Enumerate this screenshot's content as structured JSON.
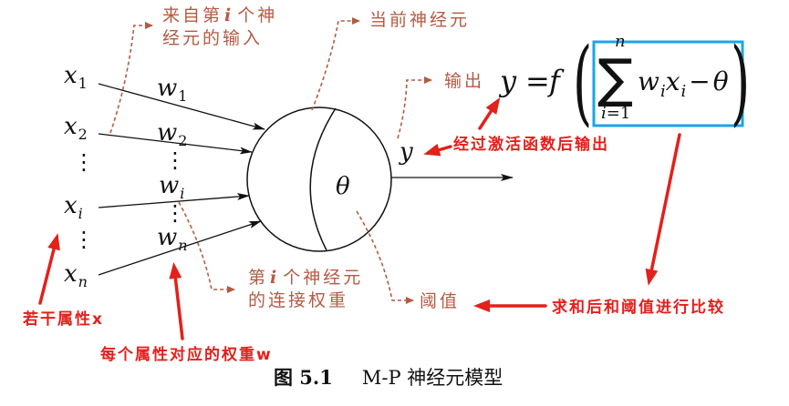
{
  "figure": {
    "caption_label": "图 5.1",
    "caption_title": "M-P 神经元模型"
  },
  "inputs": [
    {
      "base": "x",
      "sub": "1"
    },
    {
      "base": "x",
      "sub": "2"
    },
    {
      "base": "x",
      "sub": "i"
    },
    {
      "base": "x",
      "sub": "n"
    }
  ],
  "weights": [
    {
      "base": "w",
      "sub": "1"
    },
    {
      "base": "w",
      "sub": "2"
    },
    {
      "base": "w",
      "sub": "i"
    },
    {
      "base": "w",
      "sub": "n"
    }
  ],
  "vdots": "⋮",
  "neuron": {
    "threshold": "θ"
  },
  "output": {
    "symbol": "y"
  },
  "formula": {
    "lhs": "y",
    "eq": "=",
    "func": "f",
    "lparen": "(",
    "sum": "∑",
    "upper": "n",
    "lower_var": "i",
    "lower_rest": "=1",
    "w": "w",
    "w_sub": "i",
    "x": "x",
    "x_sub": "i",
    "minus": "−",
    "theta": "θ",
    "rparen": ")"
  },
  "notes": {
    "input_source": {
      "line1_pre": "来自第",
      "line1_var": "i",
      "line1_post": "个神",
      "line2": "经元的输入"
    },
    "current_neuron": "当前神经元",
    "output": "输出",
    "connection_weight": {
      "line1_pre": "第",
      "line1_var": "i",
      "line1_post": "个神经元",
      "line2": "的连接权重"
    },
    "threshold": "阈值"
  },
  "annotations": {
    "attributes": "若干属性x",
    "attribute_weights": "每个属性对应的权重w",
    "activation_output": "经过激活函数后输出",
    "sum_vs_threshold": "求和后和阈值进行比较"
  },
  "colors": {
    "ink": "#111111",
    "annotation": "#b55a42",
    "highlight": "#e3201b",
    "box": "#1ca4e9",
    "background": "#ffffff"
  }
}
